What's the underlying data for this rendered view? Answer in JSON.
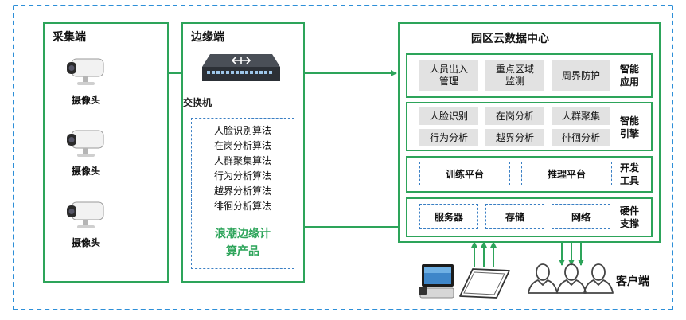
{
  "colors": {
    "frame": "#2d8fd8",
    "panel_border": "#2da45a",
    "product_text": "#2da45a",
    "gray_box": "#e2e2e2"
  },
  "collect": {
    "title": "采集端",
    "camera_label": "摄像头",
    "camera_count": 3
  },
  "edge": {
    "title": "边缘端",
    "switch_label": "交换机",
    "algorithms": [
      "人脸识别算法",
      "在岗分析算法",
      "人群聚集算法",
      "行为分析算法",
      "越界分析算法",
      "徘徊分析算法"
    ],
    "product_line1": "浪潮边缘计",
    "product_line2": "算产品"
  },
  "cloud": {
    "title": "园区云数据中心",
    "app": {
      "label1": "智能",
      "label2": "应用",
      "items": [
        {
          "line1": "人员出入",
          "line2": "管理"
        },
        {
          "line1": "重点区域",
          "line2": "监测"
        },
        {
          "line1": "周界防护",
          "line2": ""
        }
      ]
    },
    "engine": {
      "label1": "智能",
      "label2": "引擎",
      "items": [
        "人脸识别",
        "在岗分析",
        "人群聚集",
        "行为分析",
        "越界分析",
        "徘徊分析"
      ]
    },
    "tools": {
      "label1": "开发",
      "label2": "工具",
      "items": [
        "训练平台",
        "推理平台"
      ]
    },
    "hardware": {
      "label1": "硬件",
      "label2": "支撑",
      "items": [
        "服务器",
        "存储",
        "网络"
      ]
    }
  },
  "client": {
    "label": "客户端"
  },
  "icons": {
    "camera": "cctv-camera-icon",
    "switch": "network-switch-icon",
    "terminal": "pos-terminal-icon",
    "tablet": "tablet-icon",
    "user": "user-silhouette-icon"
  }
}
